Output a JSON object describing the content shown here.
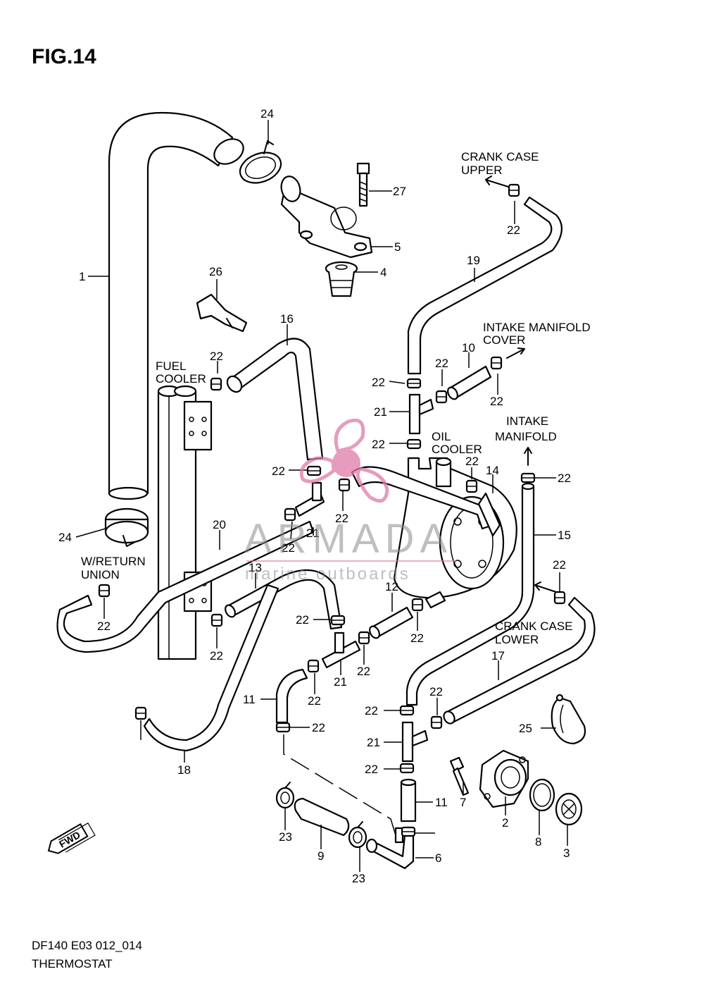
{
  "figure": {
    "title": "FIG.14"
  },
  "footer": {
    "model_code": "DF140 E03 012_014",
    "section_name": "THERMOSTAT"
  },
  "watermark": {
    "brand": "ARMADA",
    "tagline": "marine outboards",
    "accent_color": "#e07aa8"
  },
  "fwd_badge": {
    "text": "FWD"
  },
  "notes": {
    "crank_case_upper": [
      "CRANK CASE",
      "UPPER"
    ],
    "intake_manifold_cover": [
      "INTAKE MANIFOLD",
      "COVER"
    ],
    "intake_manifold": [
      "INTAKE",
      "MANIFOLD"
    ],
    "fuel_cooler": [
      "FUEL",
      "COOLER"
    ],
    "oil_cooler": [
      "OIL",
      "COOLER"
    ],
    "w_return_union": [
      "W/RETURN",
      "UNION"
    ],
    "crank_case_lower": [
      "CRANK CASE",
      "LOWER"
    ]
  },
  "callouts": {
    "p1": "1",
    "p2": "2",
    "p3": "3",
    "p4": "4",
    "p5": "5",
    "p6": "6",
    "p7": "7",
    "p8": "8",
    "p9": "9",
    "p10": "10",
    "p11a": "11",
    "p11b": "11",
    "p12": "12",
    "p13": "13",
    "p14": "14",
    "p15": "15",
    "p16": "16",
    "p17": "17",
    "p18": "18",
    "p19": "19",
    "p20": "20",
    "p21a": "21",
    "p21b": "21",
    "p21c": "21",
    "p21d": "21",
    "p22a": "22",
    "p22b": "22",
    "p22c": "22",
    "p22d": "22",
    "p22e": "22",
    "p22f": "22",
    "p22g": "22",
    "p22h": "22",
    "p22i": "22",
    "p22j": "22",
    "p22k": "22",
    "p22l": "22",
    "p22m": "22",
    "p22n": "22",
    "p22o": "22",
    "p22p": "22",
    "p22q": "22",
    "p22r": "22",
    "p22s": "22",
    "p22t": "22",
    "p22u": "22",
    "p22v": "22",
    "p23a": "23",
    "p23b": "23",
    "p24a": "24",
    "p24b": "24",
    "p25": "25",
    "p26": "26",
    "p27": "27"
  }
}
